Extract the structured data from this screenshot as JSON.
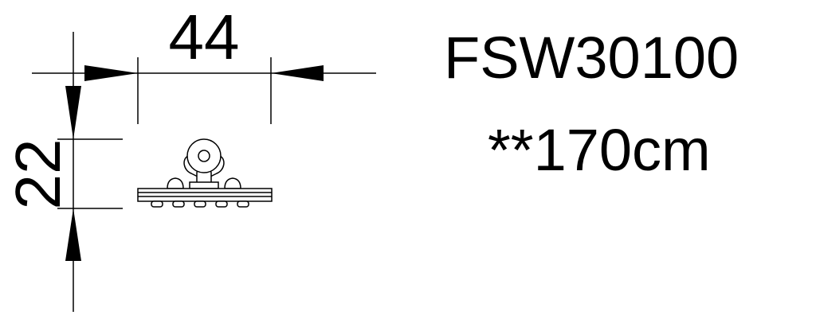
{
  "dimensions": {
    "width": "44",
    "height": "22"
  },
  "product": {
    "part_number": "FSW30100",
    "length_note": "**170cm"
  },
  "colors": {
    "line": "#000000",
    "background": "#ffffff"
  }
}
